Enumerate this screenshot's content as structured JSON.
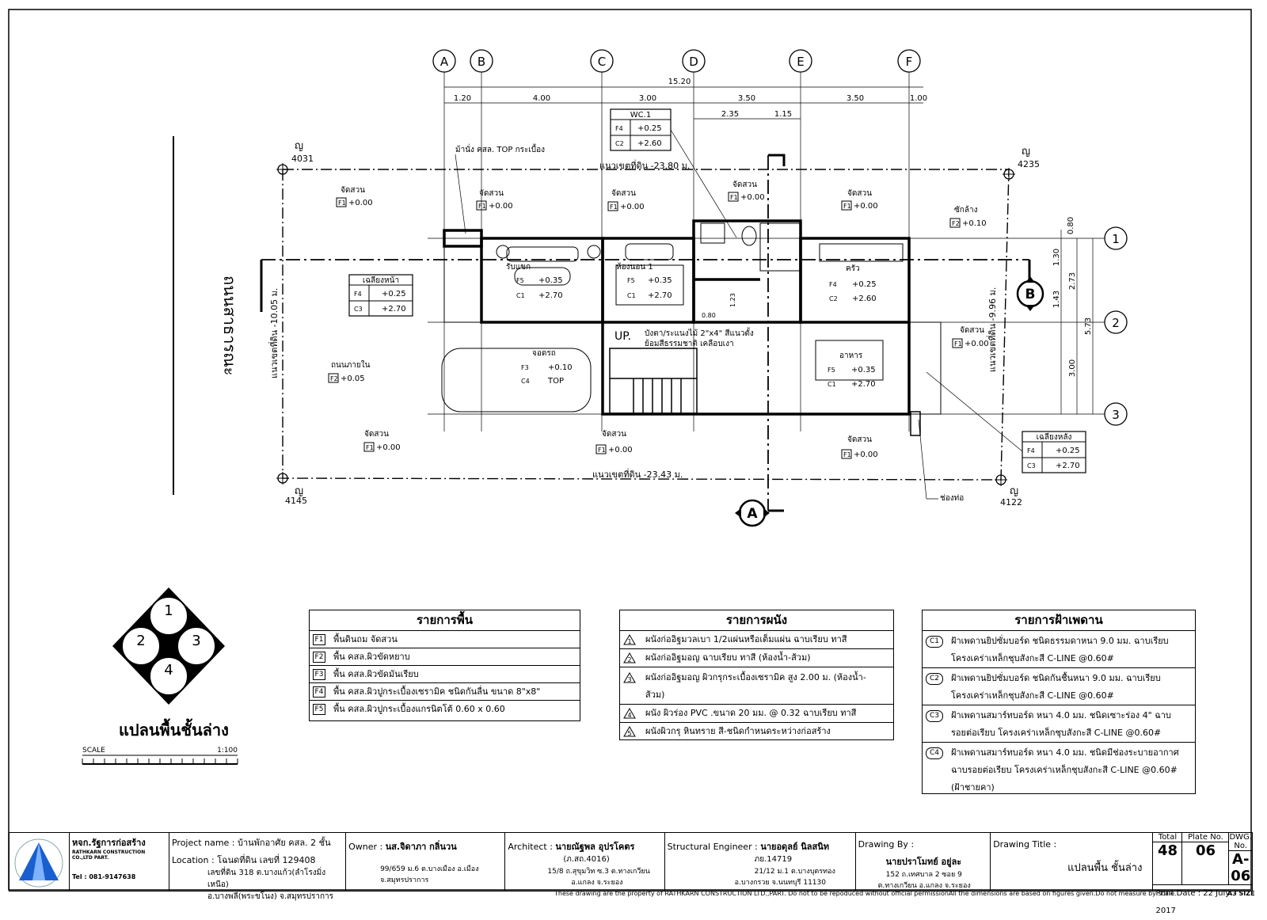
{
  "grid": {
    "cols": [
      "A",
      "B",
      "C",
      "D",
      "E",
      "F"
    ],
    "rows": [
      "1",
      "2",
      "3"
    ],
    "total_width": "15.20",
    "col_dims": [
      "1.20",
      "4.00",
      "3.00",
      "3.50",
      "3.50",
      "1.00"
    ],
    "sub_dims": [
      "2.35",
      "1.15"
    ],
    "row_dims": [
      "0.80",
      "1.30",
      "1.43",
      "2.73",
      "3.00",
      "5.73"
    ]
  },
  "boundary": {
    "top": "แนวเขตที่ดิน -23.80 ม.",
    "bottom": "แนวเขตที่ดิน -23.43 ม.",
    "left": "แนวเขตที่ดิน -10.05 ม.",
    "right": "แนวเขตที่ดิน -9.96 ม."
  },
  "markers": [
    {
      "label": "ญ",
      "num": "4031"
    },
    {
      "label": "ญ",
      "num": "4235"
    },
    {
      "label": "ญ",
      "num": "4145"
    },
    {
      "label": "ญ",
      "num": "4122"
    }
  ],
  "road_label": "ถนนสาธารณะ",
  "section_a": "A",
  "section_b": "B",
  "bench_label": "ม้านั่ง คสล. TOP กระเบื้อง",
  "wc_box": {
    "title": "WC.1",
    "f": "F4",
    "fv": "+0.25",
    "c": "C2",
    "cv": "+2.60"
  },
  "front_terrace": {
    "title": "เฉลียงหน้า",
    "f": "F4",
    "fv": "+0.25",
    "c": "C3",
    "cv": "+2.70"
  },
  "rear_terrace": {
    "title": "เฉลียงหลัง",
    "f": "F4",
    "fv": "+0.25",
    "c": "C3",
    "cv": "+2.70"
  },
  "living": {
    "title": "รับแขก",
    "f": "F5",
    "fv": "+0.35",
    "c": "C1",
    "cv": "+2.70"
  },
  "bedroom": {
    "title": "ห้องนอน 1",
    "f": "F5",
    "fv": "+0.35",
    "c": "C1",
    "cv": "+2.70"
  },
  "kitchen": {
    "title": "ครัว",
    "f": "F4",
    "fv": "+0.25",
    "c": "C2",
    "cv": "+2.60"
  },
  "dining": {
    "title": "อาหาร",
    "f": "F5",
    "fv": "+0.35",
    "c": "C1",
    "cv": "+2.70"
  },
  "parking": {
    "title": "จอดรถ",
    "f": "F3",
    "fv": "+0.10",
    "c": "C4",
    "cv": "TOP"
  },
  "garden_label": "จัดสวน",
  "garden_f": "F1",
  "garden_v": "+0.00",
  "drive_label": "ถนนภายใน",
  "drive_f": "F2",
  "drive_v": "+0.05",
  "laundry_label": "ซักล้าง",
  "laundry_f": "F2",
  "laundry_v": "+0.10",
  "stair_label": "UP.",
  "louver_note_1": "บังตา/ระแนงไม้ 2\"x4\" สีแนวตั้ง",
  "louver_note_2": "ย้อมสีธรรมชาติ เคลือบเงา",
  "duct_label": "ช่องท่อ",
  "dim_080": "0.80",
  "dim_123": "1.23",
  "plan_title": "แปลนพื้นชั้นล่าง",
  "scale_label": "SCALE",
  "scale_value": "1:100",
  "legend_nums": [
    "1",
    "2",
    "3",
    "4"
  ],
  "floor_schedule": {
    "title": "รายการพื้น",
    "items": [
      {
        "code": "F1",
        "desc": "พื้นดินถม จัดสวน"
      },
      {
        "code": "F2",
        "desc": "พื้น คสล.ผิวขัดหยาบ"
      },
      {
        "code": "F3",
        "desc": "พื้น คสล.ผิวขัดมันเรียบ"
      },
      {
        "code": "F4",
        "desc": "พื้น คสล.ผิวปูกระเบื้องเซรามิค ชนิดกันลื่น ขนาด 8\"x8\""
      },
      {
        "code": "F5",
        "desc": "พื้น คสล.ผิวปูกระเบื้องแกรนิตโต้ 0.60 x 0.60"
      }
    ]
  },
  "wall_schedule": {
    "title": "รายการผนัง",
    "items": [
      {
        "code": "1",
        "desc": "ผนังก่ออิฐมวลเบา 1/2แผ่นหรือเต็มแผ่น ฉาบเรียบ ทาสี"
      },
      {
        "code": "2",
        "desc": "ผนังก่ออิฐมอญ ฉาบเรียบ ทาสี (ห้องน้ำ-ส้วม)"
      },
      {
        "code": "3",
        "desc": "ผนังก่ออิฐมอญ ผิวกรุกระเบื้องเซรามิค สูง 2.00 ม. (ห้องน้ำ-ส้วม)"
      },
      {
        "code": "4",
        "desc": "ผนัง ผิวร่อง PVC .ขนาด 20 มม. @ 0.32 ฉาบเรียบ ทาสี"
      },
      {
        "code": "5",
        "desc": "ผนังผิวกรุ หินทราย สี-ชนิดกำหนดระหว่างก่อสร้าง"
      }
    ]
  },
  "ceiling_schedule": {
    "title": "รายการฝ้าเพดาน",
    "items": [
      {
        "code": "C1",
        "desc": "ฝ้าเพดานยิปซั่มบอร์ด ชนิดธรรมดาหนา 9.0 มม. ฉาบเรียบ โครงเคร่าเหล็กชุบสังกะสี C-LINE @0.60#"
      },
      {
        "code": "C2",
        "desc": "ฝ้าเพดานยิปซั่มบอร์ด ชนิดกันชื้นหนา 9.0 มม. ฉาบเรียบ โครงเคร่าเหล็กชุบสังกะสี C-LINE @0.60#"
      },
      {
        "code": "C3",
        "desc": "ฝ้าเพดานสมาร์ทบอร์ด หนา 4.0 มม. ชนิดเซาะร่อง 4\" ฉาบรอยต่อเรียบ โครงเคร่าเหล็กชุบสังกะสี C-LINE @0.60#"
      },
      {
        "code": "C4",
        "desc": "ฝ้าเพดานสมาร์ทบอร์ด หนา 4.0 มม. ชนิดมีช่องระบายอากาศ ฉาบรอยต่อเรียบ โครงเคร่าเหล็กชุบสังกะสี C-LINE @0.60# (ฝ้าชายคา)"
      }
    ]
  },
  "titleblock": {
    "company": "หจก.รัฐการก่อสร้าง",
    "company_en": "RATHKARN CONSTRUCTION CO.,LTD PART.",
    "tel": "Tel : 081-9147638",
    "project_label": "Project name :",
    "project_name": "บ้านพักอาศัย คสล. 2 ชั้น",
    "location_label": "Location :",
    "location_1": "โฉนดที่ดิน เลขที่ 129408",
    "location_2": "เลขที่ดิน 318 ต.บางแก้ว(ลำโรงมิ่งเหนือ)",
    "location_3": "อ.บางพลี(พระขโนง) จ.สมุทรปราการ",
    "owner_label": "Owner :",
    "owner_name": "นส.จิดาภา กลิ่นวน",
    "owner_addr_1": "99/659 ม.6 ต.บางเมือง อ.เมือง",
    "owner_addr_2": "จ.สมุทรปราการ",
    "architect_label": "Architect :",
    "architect_name": "นายณัฐพล อุปรโคตร",
    "architect_lic": "(ภ.สถ.4016)",
    "architect_addr_1": "15/8 ถ.สุขุมวิท ซ.3 ต.ทางเกวียน",
    "architect_addr_2": "อ.แกลง จ.ระยอง",
    "struct_label": "Structural Engineer :",
    "struct_name": "นายอดุลย์ นิลสนิท",
    "struct_lic": "ภย.14719",
    "struct_addr_1": "21/12 ม.1 ต.บางบุตรทอง",
    "struct_addr_2": "อ.บางกรวย จ.นนทบุรี 11130",
    "drawn_label": "Drawing By :",
    "drawn_name": "นายปราโมทย์ อยู่ละ",
    "drawn_addr_1": "152 ถ.เทศบาล 2 ซอย 9",
    "drawn_addr_2": "ต.ทางเกวียน อ.แกลง จ.ระยอง",
    "title_label": "Drawing Title :",
    "title_value": "แปลนพื้น ชั้นล่าง",
    "total_label": "Total",
    "total_value": "48",
    "plate_label": "Plate No.",
    "plate_value": "06",
    "dwg_label": "DWG. No.",
    "dwg_value": "A-06",
    "print_date": "Print Date : 22 July 2017"
  },
  "footer_note": "These drawing are the property of RATHKARN CONSTRUCTION LTD.,PART. Do not to be repoduced without official permissionAll the dimensions are based on figures given.Do not measure by scale.",
  "sheet_size": "A3 SIZE"
}
